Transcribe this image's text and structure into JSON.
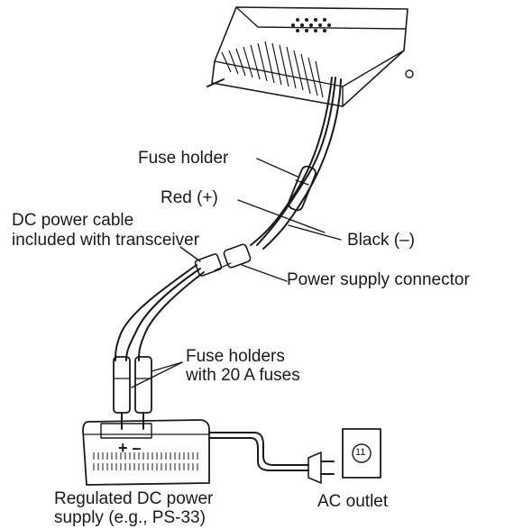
{
  "labels": {
    "fuse_holder": "Fuse holder",
    "red_plus": "Red (+)",
    "black_minus": "Black (–)",
    "dc_cable_line1": "DC power cable",
    "dc_cable_line2": "included with transceiver",
    "power_supply_connector": "Power supply connector",
    "fuse_holders_line1": "Fuse holders",
    "fuse_holders_line2": "with 20 A fuses",
    "regulated_line1": "Regulated DC power",
    "regulated_line2": "supply (e.g., PS-33)",
    "ac_outlet": "AC outlet",
    "outlet_mark": "11",
    "psu_polarity": "+ –"
  },
  "colors": {
    "ink": "#1a1a1a",
    "paper": "#ffffff"
  }
}
